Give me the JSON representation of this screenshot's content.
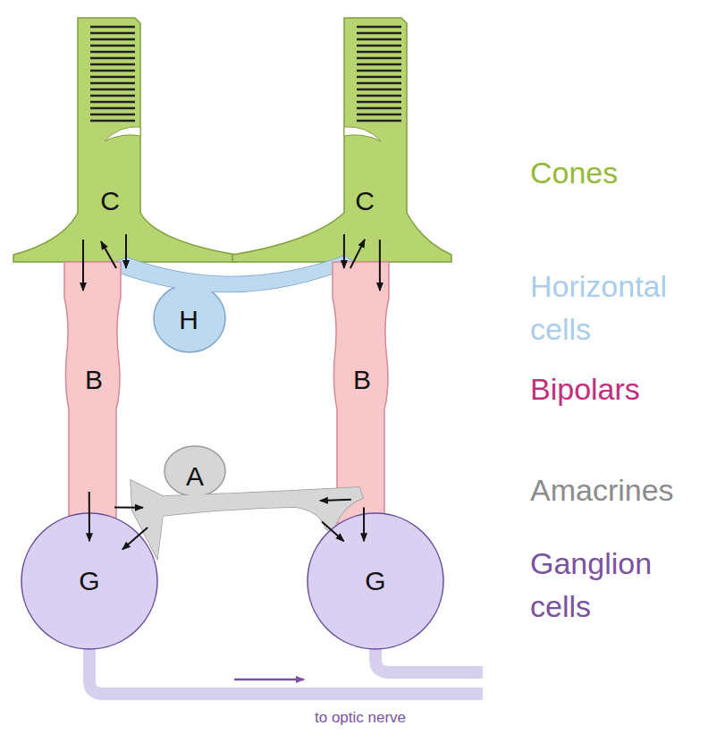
{
  "diagram": {
    "nodes": [
      {
        "text": [
          "C"
        ]
      },
      {
        "text": [
          "C"
        ]
      },
      {
        "text": [
          "H"
        ]
      },
      {
        "text": [
          "B"
        ]
      },
      {
        "text": [
          "B"
        ]
      },
      {
        "text": [
          "A"
        ]
      },
      {
        "text": [
          "G"
        ]
      },
      {
        "text": [
          "G"
        ]
      }
    ],
    "edges": [
      {
        "from": 0,
        "to": 3,
        "arrow": "to"
      },
      {
        "from": 0,
        "to": 2,
        "arrow": "to"
      },
      {
        "from": 2,
        "to": 0,
        "arrow": "to"
      },
      {
        "from": 1,
        "to": 2,
        "arrow": "to"
      },
      {
        "from": 2,
        "to": 1,
        "arrow": "to"
      },
      {
        "from": 1,
        "to": 4,
        "arrow": "to"
      },
      {
        "from": 3,
        "to": 6,
        "arrow": "to"
      },
      {
        "from": 3,
        "to": 5,
        "arrow": "to"
      },
      {
        "from": 5,
        "to": 6,
        "arrow": "to"
      },
      {
        "from": 4,
        "to": 5,
        "arrow": "to"
      },
      {
        "from": 5,
        "to": 7,
        "arrow": "to"
      },
      {
        "from": 4,
        "to": 7,
        "arrow": "to"
      }
    ],
    "labels": [
      "Cones",
      "Horizontal cells",
      "Bipolars",
      "Amacrines",
      "Ganglion cells",
      "to optic nerve"
    ]
  }
}
